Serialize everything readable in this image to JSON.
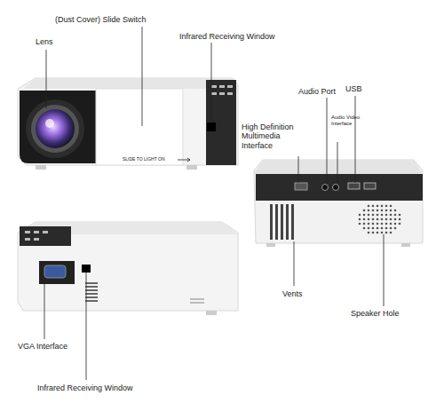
{
  "diagram": {
    "labels": [
      "Lens",
      "(Dust Cover) Slide Switch",
      "Infrared Receiving Window",
      "SLIDE TO LIGHT ON",
      "Audio Port",
      "USB",
      "High Definition Multimedia Interface",
      "Audio Video Interface",
      "Vents",
      "Speaker Hole",
      "VGA Interface",
      "Infrared Receiving Window"
    ]
  }
}
